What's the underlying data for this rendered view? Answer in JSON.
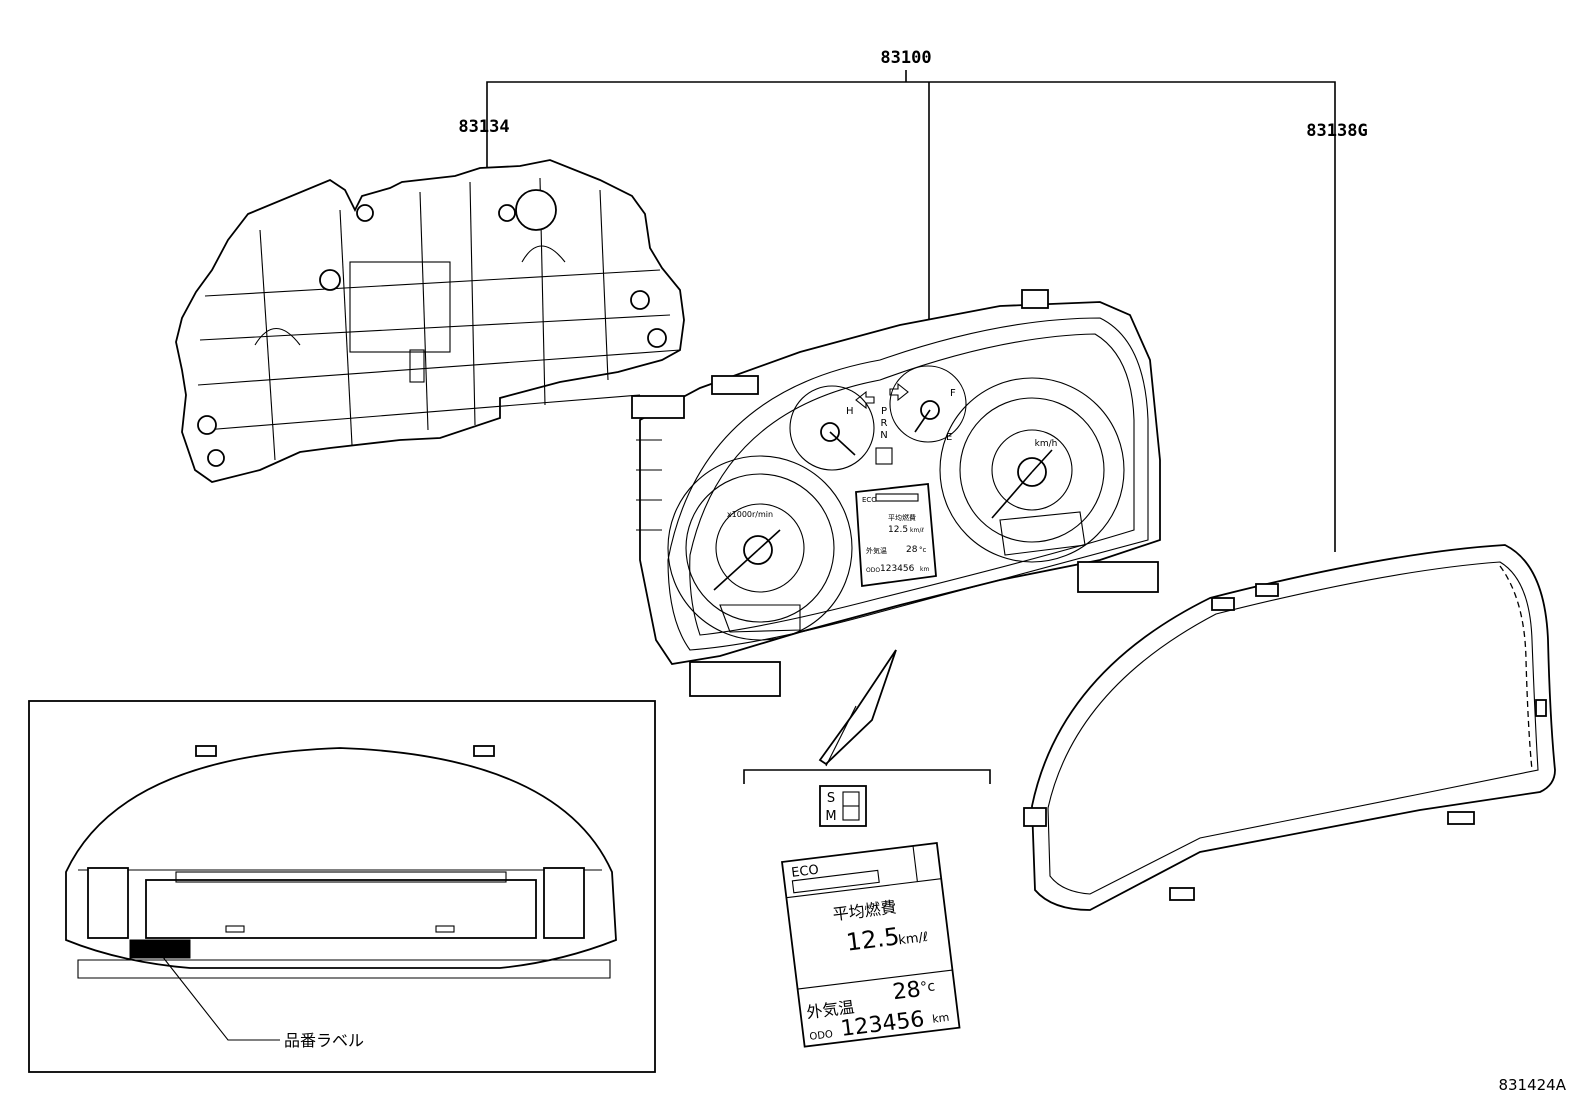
{
  "callouts": {
    "assembly": "83100",
    "housing": "83134",
    "glass": "83138G"
  },
  "display": {
    "eco": "ECO",
    "avg_fuel_label": "平均燃費",
    "fuel_value": "12.5",
    "fuel_unit": "km/ℓ",
    "outside_temp_label": "外気温",
    "temp_value": "28",
    "temp_unit": "°c",
    "odo_label": "ODO",
    "odo_value": "123456",
    "odo_unit": "km"
  },
  "cluster_labels": {
    "tach_unit": "x1000r/min",
    "speed_unit": "km/h",
    "temp_h": "H",
    "fuel_f": "F",
    "fuel_e": "E",
    "gear_p": "P",
    "gear_r": "R",
    "gear_n": "N",
    "shift_s": "S",
    "shift_m": "M"
  },
  "inset": {
    "label": "品番ラベル"
  },
  "figure_id": "831424A"
}
